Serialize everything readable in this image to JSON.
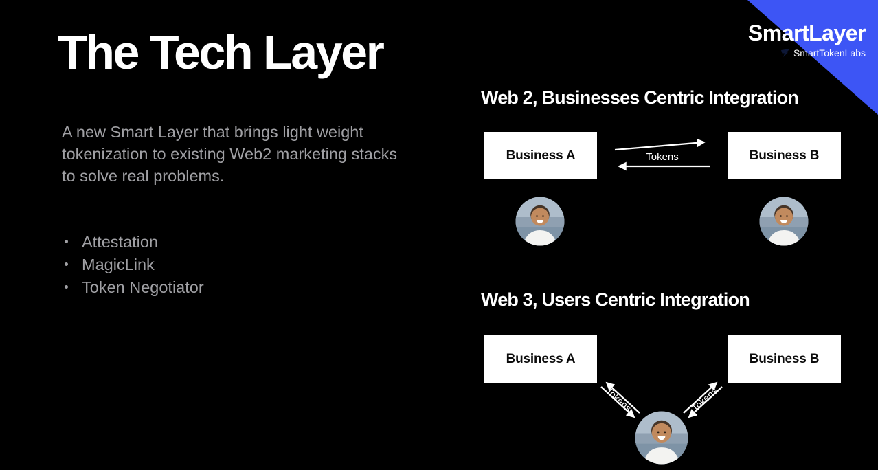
{
  "slide": {
    "title": "The Tech Layer",
    "description": "A new Smart Layer that brings light weight tokenization to existing Web2 marketing stacks to solve real problems.",
    "bullets": [
      "Attestation",
      "MagicLink",
      "Token Negotiator"
    ]
  },
  "brand": {
    "name": "SmartLayer",
    "subtitle": "SmartTokenLabs",
    "accent_color": "#3d55f5"
  },
  "diagrams": {
    "web2": {
      "heading": "Web 2, Businesses Centric Integration",
      "business_a": "Business A",
      "business_b": "Business B",
      "arrow_label": "Tokens"
    },
    "web3": {
      "heading": "Web 3, Users Centric Integration",
      "business_a": "Business A",
      "business_b": "Business B",
      "arrow_label_left": "Tokens",
      "arrow_label_right": "Tokens"
    }
  },
  "icons": {
    "user_avatar": "person-photo-avatar",
    "brand_mark": "smarttokenlabs-mark",
    "bullet": "dot"
  }
}
